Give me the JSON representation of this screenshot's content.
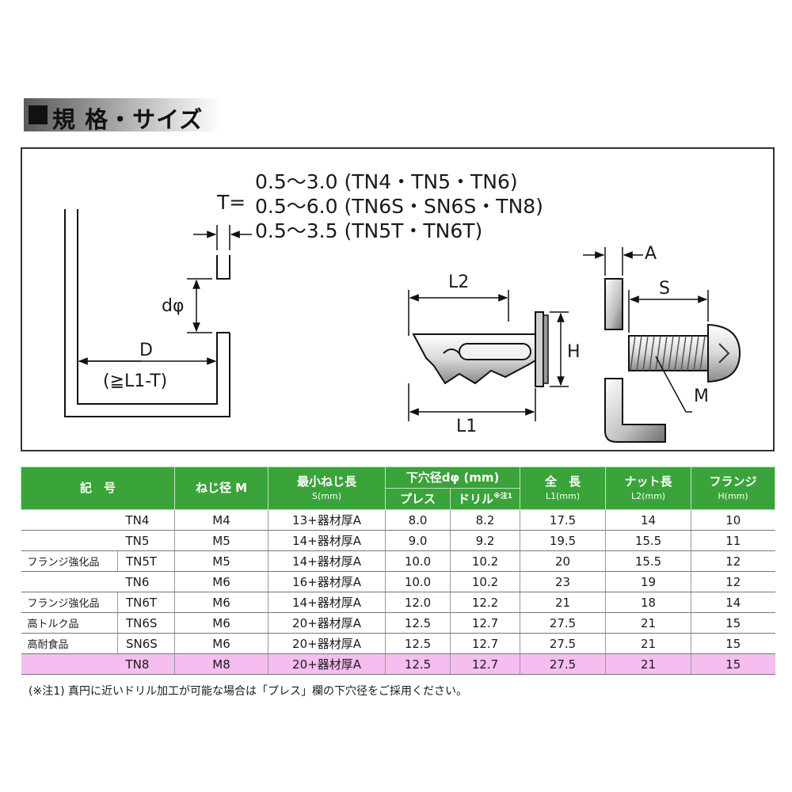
{
  "heading": "規 格・サイズ",
  "diagram": {
    "t_label": "T=",
    "t_ranges": [
      "0.5～3.0 (TN4・TN5・TN6)",
      "0.5～6.0 (TN6S・SN6S・TN8)",
      "0.5～3.5 (TN5T・TN6T)"
    ],
    "d_phi": "dφ",
    "d": "D",
    "d_cond": "(≧L1-T)",
    "l1": "L1",
    "l2": "L2",
    "h": "H",
    "a": "A",
    "s": "S",
    "m": "M"
  },
  "table": {
    "headers": {
      "code": "記　号",
      "thread": "ねじ径 M",
      "min_len": "最小ねじ長",
      "min_len_unit": "S(mm)",
      "hole": "下穴径dφ (mm)",
      "press": "プレス",
      "drill": "ドリル",
      "drill_note": "※注1",
      "total": "全　長",
      "total_unit": "L1(mm)",
      "nut": "ナット長",
      "nut_unit": "L2(mm)",
      "flange": "フランジ",
      "flange_unit": "H(mm)"
    },
    "rows": [
      {
        "sub": "",
        "code": "TN4",
        "m": "M4",
        "s": "13+器材厚A",
        "press": "8.0",
        "drill": "8.2",
        "l1": "17.5",
        "l2": "14",
        "h": "10"
      },
      {
        "sub": "",
        "code": "TN5",
        "m": "M5",
        "s": "14+器材厚A",
        "press": "9.0",
        "drill": "9.2",
        "l1": "19.5",
        "l2": "15.5",
        "h": "11"
      },
      {
        "sub": "フランジ強化品",
        "code": "TN5T",
        "m": "M5",
        "s": "14+器材厚A",
        "press": "10.0",
        "drill": "10.2",
        "l1": "20",
        "l2": "15.5",
        "h": "12"
      },
      {
        "sub": "",
        "code": "TN6",
        "m": "M6",
        "s": "16+器材厚A",
        "press": "10.0",
        "drill": "10.2",
        "l1": "23",
        "l2": "19",
        "h": "12"
      },
      {
        "sub": "フランジ強化品",
        "code": "TN6T",
        "m": "M6",
        "s": "14+器材厚A",
        "press": "12.0",
        "drill": "12.2",
        "l1": "21",
        "l2": "18",
        "h": "14"
      },
      {
        "sub": "高トルク品",
        "code": "TN6S",
        "m": "M6",
        "s": "20+器材厚A",
        "press": "12.5",
        "drill": "12.7",
        "l1": "27.5",
        "l2": "21",
        "h": "15"
      },
      {
        "sub": "高耐食品",
        "code": "SN6S",
        "m": "M6",
        "s": "20+器材厚A",
        "press": "12.5",
        "drill": "12.7",
        "l1": "27.5",
        "l2": "21",
        "h": "15"
      },
      {
        "sub": "",
        "code": "TN8",
        "m": "M8",
        "s": "20+器材厚A",
        "press": "12.5",
        "drill": "12.7",
        "l1": "27.5",
        "l2": "21",
        "h": "15"
      }
    ],
    "highlight_color": "#f6bdf0",
    "header_color": "#3aa33a"
  },
  "footnote": "(※注1) 真円に近いドリル加工が可能な場合は「プレス」欄の下穴径をご採用ください。"
}
